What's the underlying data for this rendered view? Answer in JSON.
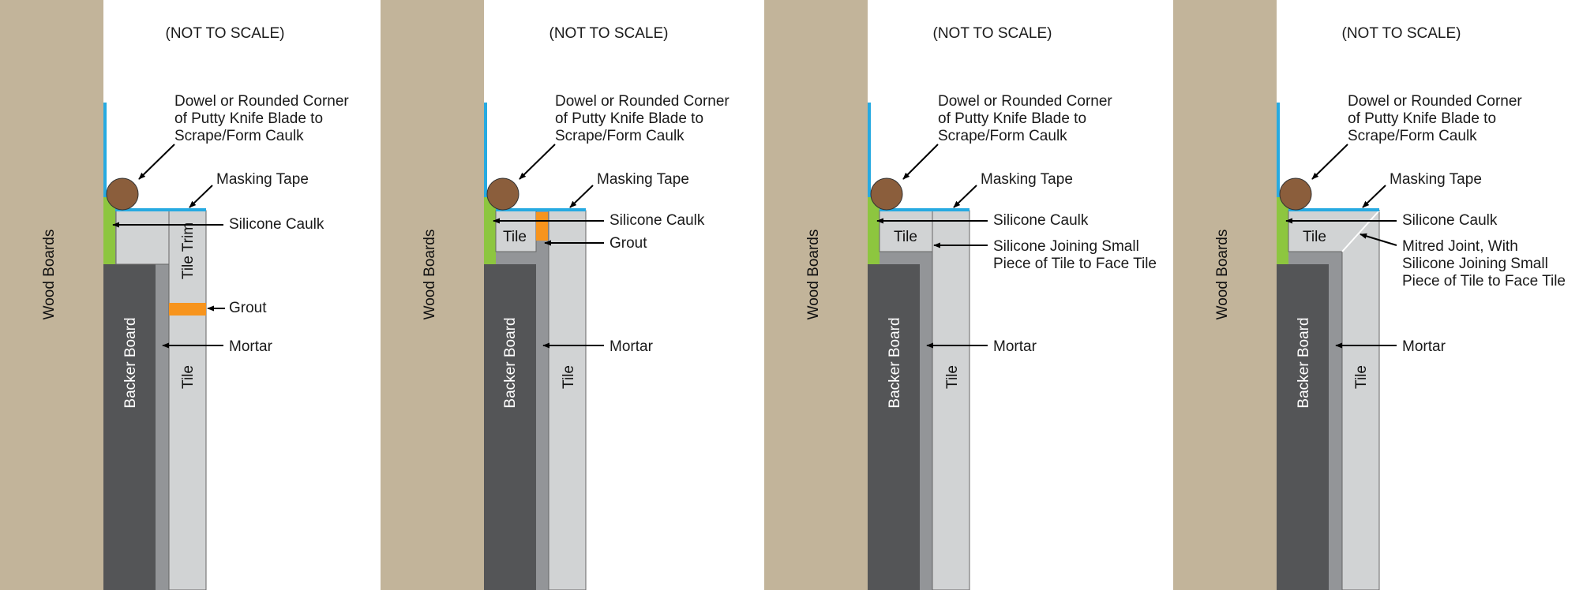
{
  "colors": {
    "wood": "#c2b49a",
    "backer_board": "#545557",
    "mortar": "#939598",
    "tile": "#d1d3d4",
    "caulk": "#8dc63f",
    "grout": "#f7941d",
    "tape": "#27aae1",
    "dowel": "#8b5e3c"
  },
  "panels": [
    {
      "note": "(NOT TO SCALE)",
      "wood_label": "Wood Boards",
      "backer_label": "Backer Board",
      "tile_label": "Tile",
      "trim_label": "Tile Trim",
      "callouts": {
        "dowel": [
          "Dowel or Rounded Corner",
          "of Putty Knife Blade to",
          "Scrape/Form Caulk"
        ],
        "tape": "Masking Tape",
        "caulk": "Silicone Caulk",
        "grout": "Grout",
        "mortar": "Mortar"
      }
    },
    {
      "note": "(NOT TO SCALE)",
      "wood_label": "Wood Boards",
      "backer_label": "Backer Board",
      "tile_label": "Tile",
      "small_tile_label": "Tile",
      "callouts": {
        "dowel": [
          "Dowel or Rounded Corner",
          "of Putty Knife Blade to",
          "Scrape/Form Caulk"
        ],
        "tape": "Masking Tape",
        "caulk": "Silicone Caulk",
        "grout": "Grout",
        "mortar": "Mortar"
      }
    },
    {
      "note": "(NOT TO SCALE)",
      "wood_label": "Wood Boards",
      "backer_label": "Backer Board",
      "tile_label": "Tile",
      "small_tile_label": "Tile",
      "callouts": {
        "dowel": [
          "Dowel or Rounded Corner",
          "of Putty Knife Blade to",
          "Scrape/Form Caulk"
        ],
        "tape": "Masking Tape",
        "caulk": "Silicone Caulk",
        "joining": [
          "Silicone Joining Small",
          "Piece of Tile to Face Tile"
        ],
        "mortar": "Mortar"
      }
    },
    {
      "note": "(NOT TO SCALE)",
      "wood_label": "Wood Boards",
      "backer_label": "Backer Board",
      "tile_label": "Tile",
      "small_tile_label": "Tile",
      "callouts": {
        "dowel": [
          "Dowel or Rounded Corner",
          "of Putty Knife Blade to",
          "Scrape/Form Caulk"
        ],
        "tape": "Masking Tape",
        "caulk": "Silicone Caulk",
        "mitred": [
          "Mitred Joint, With",
          "Silicone Joining Small",
          "Piece of Tile to Face Tile"
        ],
        "mortar": "Mortar"
      }
    }
  ]
}
